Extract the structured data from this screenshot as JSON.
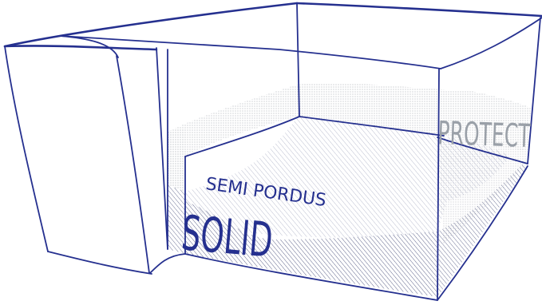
{
  "labels": {
    "protect": "PROTECT",
    "semi_porous": "SEMI PORDUS",
    "solid": "SOLID"
  },
  "colors": {
    "ink": "#25308f",
    "protect_ink": "#9aa0a8",
    "dot_fill": "#8f949c",
    "hatch_fill": "#3b4170",
    "background": "#ffffff"
  }
}
